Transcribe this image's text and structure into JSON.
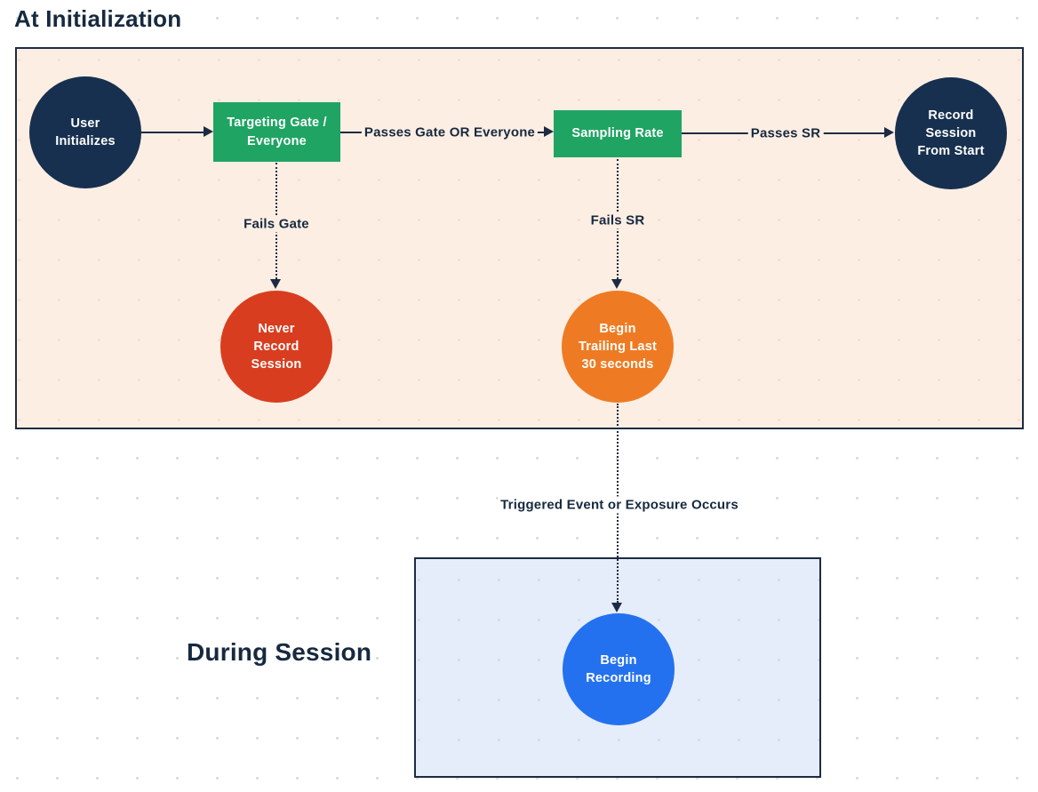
{
  "titles": {
    "init": "At Initialization",
    "during": "During Session"
  },
  "colors": {
    "navy": "#17304F",
    "navy-text": "#16293F",
    "green": "#1FA463",
    "red": "#D93D1F",
    "orange": "#EE7B23",
    "blue": "#2471F0",
    "peach": "#FDEEE3",
    "lightblue": "#E4EDF9",
    "line": "#1D2B42",
    "dot": "#D9D9D9"
  },
  "nodes": {
    "user": {
      "label": "User\nInitializes",
      "shape": "circle",
      "color": "#17304F"
    },
    "targeting": {
      "label": "Targeting Gate /\nEveryone",
      "shape": "rect",
      "color": "#1FA463"
    },
    "sampling": {
      "label": "Sampling Rate",
      "shape": "rect",
      "color": "#1FA463"
    },
    "record": {
      "label": "Record\nSession\nFrom Start",
      "shape": "circle",
      "color": "#17304F"
    },
    "never": {
      "label": "Never\nRecord\nSession",
      "shape": "circle",
      "color": "#D93D1F"
    },
    "trailing": {
      "label": "Begin\nTrailing Last\n30 seconds",
      "shape": "circle",
      "color": "#EE7B23"
    },
    "recording": {
      "label": "Begin\nRecording",
      "shape": "circle",
      "color": "#2471F0"
    }
  },
  "edges": {
    "init_to_targeting": {
      "label": "",
      "style": "solid"
    },
    "passes_gate": {
      "label": "Passes Gate OR Everyone",
      "style": "solid"
    },
    "passes_sr": {
      "label": "Passes SR",
      "style": "solid"
    },
    "fails_gate": {
      "label": "Fails Gate",
      "style": "dotted"
    },
    "fails_sr": {
      "label": "Fails SR",
      "style": "dotted"
    },
    "triggered": {
      "label": "Triggered Event or Exposure Occurs",
      "style": "dotted"
    }
  }
}
